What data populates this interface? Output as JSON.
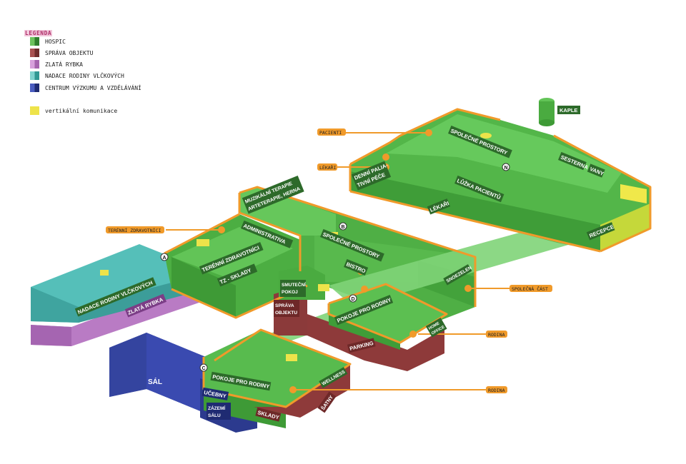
{
  "legend": {
    "title": "LEGENDA",
    "items": [
      {
        "label": "HOSPIC",
        "color": "#3f9a3c"
      },
      {
        "label": "SPRÁVA OBJEKTU",
        "color": "#8a3a3a"
      },
      {
        "label": "ZLATÁ RYBKA",
        "color": "#c080c8"
      },
      {
        "label": "NADACE RODINY VLČKOVÝCH",
        "color": "#4fb7b3"
      },
      {
        "label": "CENTRUM VÝZKUMU A VZDĚLÁVÁNÍ",
        "color": "#2c3d92"
      }
    ],
    "vertical": {
      "label": "vertikální komunikace",
      "color": "#eee34a"
    }
  },
  "callouts": {
    "pacienti": "PACIENTI",
    "lekari": "LÉKAŘI",
    "terenni": "TERÉNNÍ ZDRAVOTNÍCI",
    "spolecna": "SPOLEČNÁ ČÁST",
    "rodina1": "RODINA",
    "rodina2": "RODINA"
  },
  "rooms": {
    "kaple": "KAPLE",
    "spolecne_prostory_top": "SPOLEČNÉ PROSTORY",
    "sesterna": "SESTERNA",
    "vany": "VANY",
    "denni1": "DENNÍ PALIA-",
    "denni2": "TIVNÍ PÉČE",
    "luzka": "LŮŽKA PACIENTŮ",
    "lekari": "LÉKAŘI",
    "recepce": "RECEPCE",
    "muz1": "MUZIKÁLNÍ TERAPIE",
    "muz2": "ARTETERAPIE, HERNA",
    "administrativa": "ADMINISTRATIVA",
    "spolecne_prostory": "SPOLEČNÉ PROSTORY",
    "bistro": "BISTRO",
    "snoezelen": "SNOEZELEN",
    "terenni": "TERÉNNÍ ZDRAVOTNÍCI",
    "tz": "TZ - SKLADY",
    "nadace": "NADACE RODINY VLČKOVÝCH",
    "zlata": "ZLATÁ RYBKA",
    "smut1": "SMUTEČNÍ",
    "smut2": "POKOJ",
    "sprava1": "SPRÁVA",
    "sprava2": "OBJEKTU",
    "pokoje1": "POKOJE PRO RODINY",
    "home1": "HOME",
    "home2": "OFFICE",
    "parking": "PARKING",
    "sal": "SÁL",
    "ucebny": "UČEBNY",
    "zazemi1": "ZÁZEMÍ",
    "zazemi2": "SÁLU",
    "pokoje2": "POKOJE PRO RODINY",
    "wellness": "WELLNESS",
    "satny": "ŠATNY",
    "sklady": "SKLADY"
  },
  "markers": {
    "a": "A",
    "b": "B",
    "c": "C",
    "d": "D",
    "n": "N"
  }
}
